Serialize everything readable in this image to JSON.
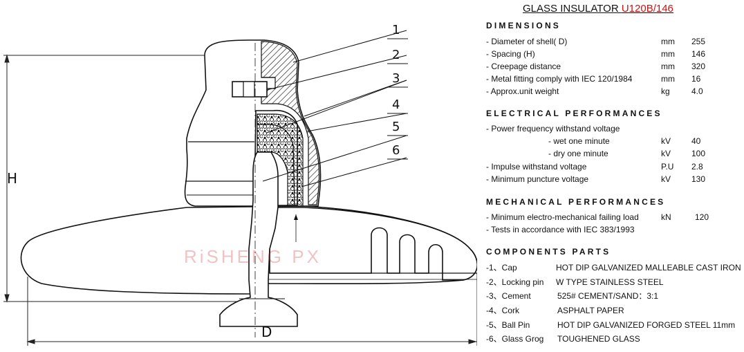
{
  "title": {
    "prefix": "GLASS INSULATOR ",
    "model": "U120B/146"
  },
  "drawing": {
    "callouts": [
      "1",
      "2",
      "3",
      "4",
      "5",
      "6"
    ],
    "dim_h": "H",
    "dim_d": "D",
    "watermark": "RiSHENG PX"
  },
  "dimensions": {
    "heading": "DIMENSIONS",
    "rows": [
      {
        "label": "- Diameter of shell( D)",
        "unit": "mm",
        "value": "255"
      },
      {
        "label": "- Spacing (H)",
        "unit": "mm",
        "value": "146"
      },
      {
        "label": "- Creepage distance",
        "unit": "mm",
        "value": "320"
      },
      {
        "label": "- Metal fitting comply with IEC 120/1984",
        "unit": "mm",
        "value": "16"
      },
      {
        "label": "- Approx.unit weight",
        "unit": "kg",
        "value": "4.0"
      }
    ]
  },
  "electrical": {
    "heading": "ELECTRICAL    PERFORMANCES",
    "rows": [
      {
        "label": "- Power frequency withstand voltage",
        "unit": "",
        "value": ""
      },
      {
        "label": "- wet one minute",
        "unit": "kV",
        "value": "40"
      },
      {
        "label": "- dry one minute",
        "unit": "kV",
        "value": "100"
      },
      {
        "label": "- Impulse withstand voltage",
        "unit": "P.U",
        "value": "2.8"
      },
      {
        "label": "- Minimum puncture voltage",
        "unit": "kV",
        "value": "130"
      }
    ]
  },
  "mechanical": {
    "heading": "MECHANICAL    PERFORMANCES",
    "rows": [
      {
        "label": "- Minimum electro-mechanical failing load",
        "unit": "kN",
        "value": "120"
      },
      {
        "label": "- Tests in accordance with IEC 383/1993",
        "unit": "",
        "value": ""
      }
    ]
  },
  "components": {
    "heading": "COMPONENTS   PARTS",
    "rows": [
      {
        "no": "-1、Cap",
        "desc": "HOT DIP GALVANIZED MALLEABLE CAST IRON"
      },
      {
        "no": "-2、Locking pin",
        "desc": "W TYPE STAINLESS STEEL"
      },
      {
        "no": "-3、Cement",
        "desc": "525# CEMENT/SAND：3:1"
      },
      {
        "no": "-4、Cork",
        "desc": "ASPHALT PAPER"
      },
      {
        "no": "-5、Ball Pin",
        "desc": "HOT DIP GALVANIZED FORGED STEEL 11mm"
      },
      {
        "no": "-6、Glass Grog",
        "desc": "TOUGHENED GLASS"
      }
    ]
  }
}
